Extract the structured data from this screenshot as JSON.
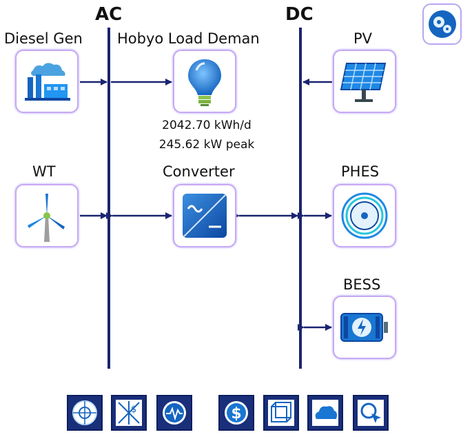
{
  "buses": {
    "ac_label": "AC",
    "dc_label": "DC"
  },
  "components": {
    "diesel_gen": {
      "label": "Diesel Gen",
      "icon": "diesel-generator-icon"
    },
    "load": {
      "label": "Hobyo Load Deman",
      "icon": "lightbulb-icon",
      "energy": "2042.70 kWh/d",
      "peak": "245.62 kW peak"
    },
    "pv": {
      "label": "PV",
      "icon": "solar-panel-icon"
    },
    "wt": {
      "label": "WT",
      "icon": "wind-turbine-icon"
    },
    "converter": {
      "label": "Converter",
      "icon": "converter-icon"
    },
    "phes": {
      "label": "PHES",
      "icon": "pumped-hydro-icon"
    },
    "bess": {
      "label": "BESS",
      "icon": "battery-icon"
    }
  },
  "toolbar": [
    {
      "icon": "compass-icon"
    },
    {
      "icon": "sensitivity-icon"
    },
    {
      "icon": "waveform-icon"
    },
    {
      "icon": "dollar-icon"
    },
    {
      "icon": "cube-icon"
    },
    {
      "icon": "cloud-icon"
    },
    {
      "icon": "search-arrow-icon"
    }
  ],
  "colors": {
    "line": "#1a2470",
    "tile_border": "#c9a9f2",
    "icon_blue": "#1976d2",
    "toolbar_bg": "#1a2f7a"
  }
}
